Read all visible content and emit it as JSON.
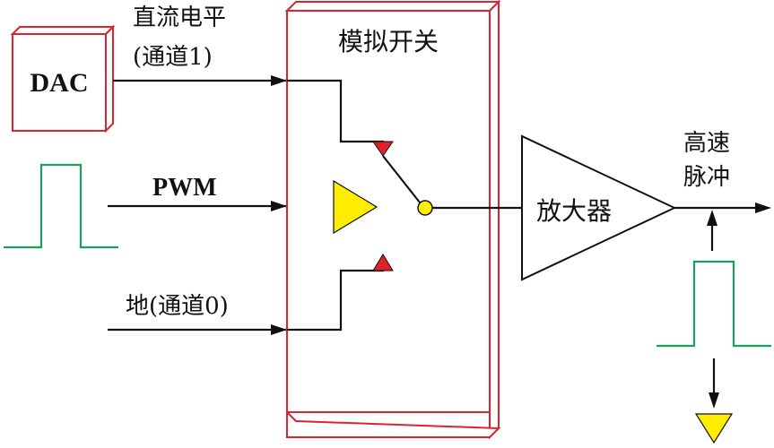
{
  "diagram": {
    "title": "High-speed pulse generation with analog switch",
    "labels": {
      "dac": "DAC",
      "dc_level_line1": "直流电平",
      "dc_level_line2": "(通道1)",
      "pwm": "PWM",
      "ground": "地(通道0)",
      "analog_switch": "模拟开关",
      "amplifier": "放大器",
      "output_line1": "高速",
      "output_line2": "脉冲"
    },
    "colors": {
      "switch_border": "#d9252f",
      "dac_border": "#d9252f",
      "pulse_waveform": "#1aa05a",
      "pwm_buffer": "#ffee00",
      "switch_contacts": "#e0202a",
      "ground_symbol": "#ffee00",
      "wires": "#111111"
    },
    "nodes": [
      {
        "id": "dac",
        "label": "DAC"
      },
      {
        "id": "analog-switch",
        "label": "模拟开关"
      },
      {
        "id": "amplifier",
        "label": "放大器"
      },
      {
        "id": "output",
        "label": "高速脉冲"
      },
      {
        "id": "ground",
        "label": "地"
      }
    ],
    "edges": [
      {
        "from": "dac",
        "to": "analog-switch",
        "label": "直流电平(通道1)"
      },
      {
        "from": "pwm-source",
        "to": "analog-switch",
        "label": "PWM"
      },
      {
        "from": "ground",
        "to": "analog-switch",
        "label": "地(通道0)"
      },
      {
        "from": "analog-switch",
        "to": "amplifier",
        "label": ""
      },
      {
        "from": "amplifier",
        "to": "output",
        "label": "高速脉冲"
      }
    ]
  }
}
